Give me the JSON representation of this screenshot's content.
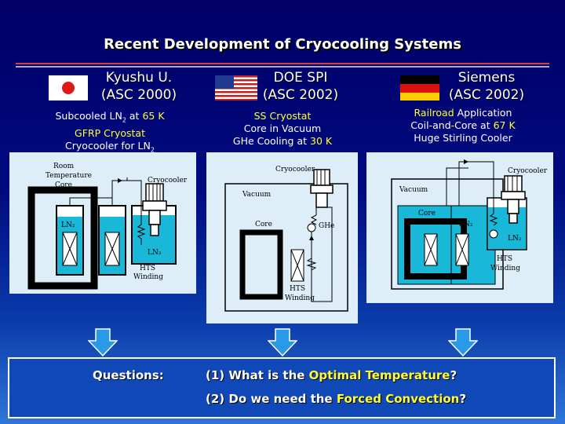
{
  "title": "Recent Development of Cryocooling Systems",
  "columns": [
    {
      "institution": "Kyushu U.",
      "conference": "(ASC 2000)",
      "flag": "japan-flag",
      "line1_pre": "Subcooled LN",
      "line1_sub": "2",
      "line1_mid": " at ",
      "line1_hl": "65 K",
      "line2_hl": "GFRP Cryostat",
      "line3_pre": "Cryocooler for LN",
      "line3_sub": "2"
    },
    {
      "institution": "DOE SPI",
      "conference": "(ASC 2002)",
      "flag": "usa-flag",
      "line1_hl": "SS Cryostat",
      "line2": "Core in Vacuum",
      "line3_pre": "GHe Cooling at ",
      "line3_hl": "30 K"
    },
    {
      "institution": "Siemens",
      "conference": "(ASC 2002)",
      "flag": "germany-flag",
      "line1_hl": "Railroad",
      "line1_post": " Application",
      "line2_pre": "Coil-and-Core at ",
      "line2_hl": "67 K",
      "line3": "Huge Stirling Cooler"
    }
  ],
  "diagram1": {
    "room_temp_core": [
      "Room",
      "Temperature",
      "Core"
    ],
    "cryocooler": "Cryocooler",
    "ln2_left": "LN₂",
    "ln2_right": "LN₂",
    "hts": [
      "HTS",
      "Winding"
    ]
  },
  "diagram2": {
    "cryocooler": "Cryocooler",
    "vacuum": "Vacuum",
    "core": "Core",
    "ghe": "GHe",
    "hts": [
      "HTS",
      "Winding"
    ]
  },
  "diagram3": {
    "cryocooler": "Cryocooler",
    "vacuum": "Vacuum",
    "core": "Core",
    "ln2_a": "LN₂",
    "ln2_b": "LN₂",
    "hts": [
      "HTS",
      "Winding"
    ]
  },
  "questions": {
    "label": "Questions:",
    "q1_pre": "(1) What is the ",
    "q1_hl": "Optimal Temperature",
    "q1_post": "?",
    "q2_pre": "(2) Do we need the ",
    "q2_hl": "Forced Convection",
    "q2_post": "?"
  },
  "colors": {
    "highlight": "#ffff33",
    "liquid": "#19b8d8",
    "panel": "#ddeef8"
  }
}
